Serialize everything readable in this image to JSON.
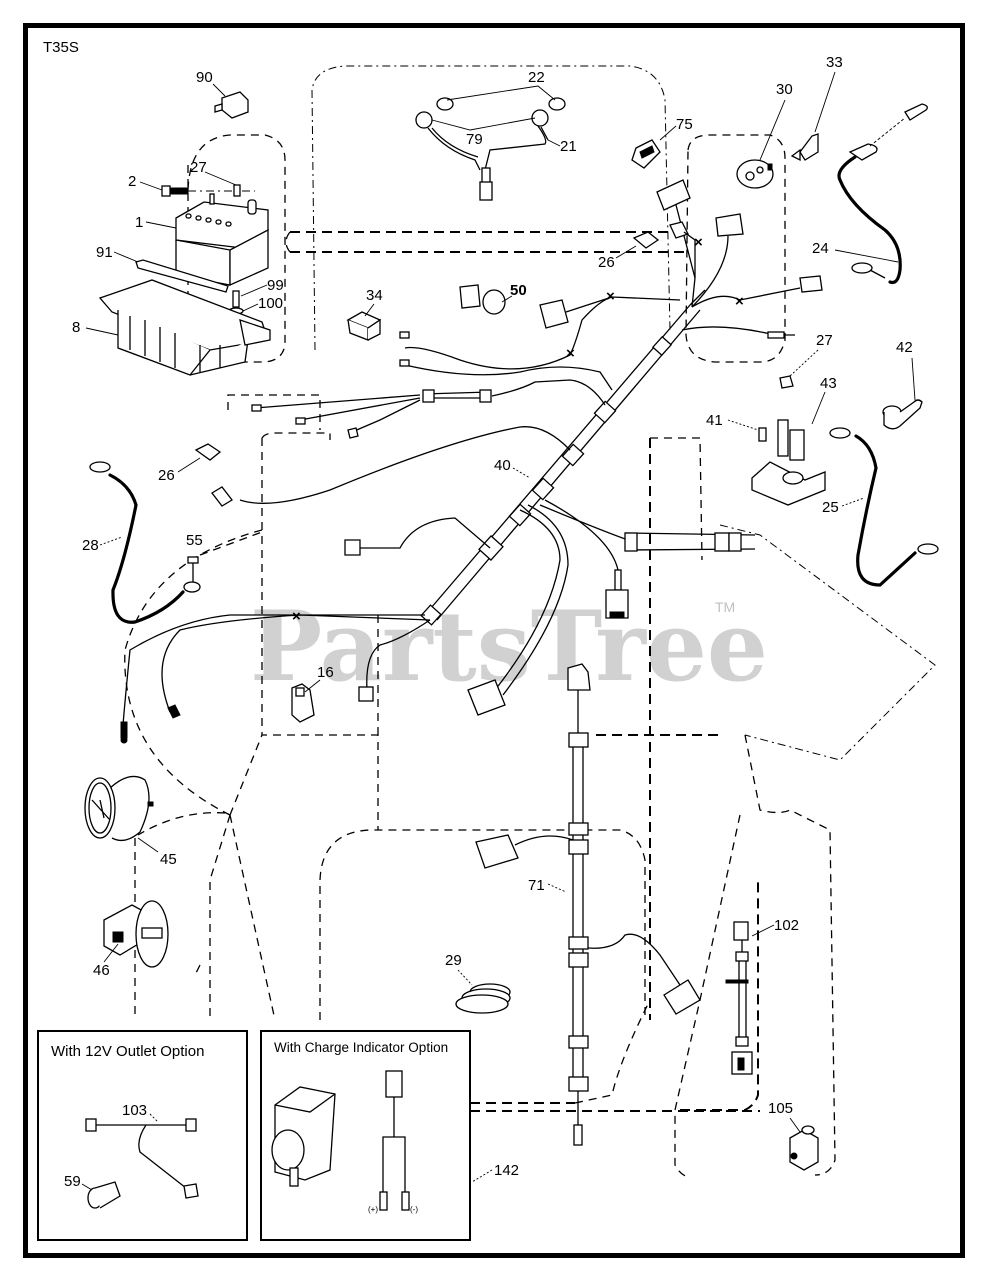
{
  "diagram": {
    "model_code": "T35S",
    "watermark": "PartsTree",
    "watermark_mark": "TM",
    "callouts": {
      "c1": "1",
      "c2": "2",
      "c8": "8",
      "c16": "16",
      "c21": "21",
      "c22": "22",
      "c24": "24",
      "c25": "25",
      "c26a": "26",
      "c26b": "26",
      "c27a": "27",
      "c27b": "27",
      "c28": "28",
      "c29": "29",
      "c30": "30",
      "c33": "33",
      "c34": "34",
      "c40": "40",
      "c41": "41",
      "c42": "42",
      "c43": "43",
      "c45": "45",
      "c46": "46",
      "c50": "50",
      "c55": "55",
      "c59": "59",
      "c71": "71",
      "c75": "75",
      "c79": "79",
      "c90": "90",
      "c91": "91",
      "c99": "99",
      "c100": "100",
      "c102": "102",
      "c103": "103",
      "c105": "105",
      "c142": "142"
    },
    "option_boxes": {
      "outlet_title": "With 12V Outlet Option",
      "charge_title": "With Charge Indicator Option",
      "plus_label": "(+)",
      "minus_label": "(-)"
    }
  }
}
